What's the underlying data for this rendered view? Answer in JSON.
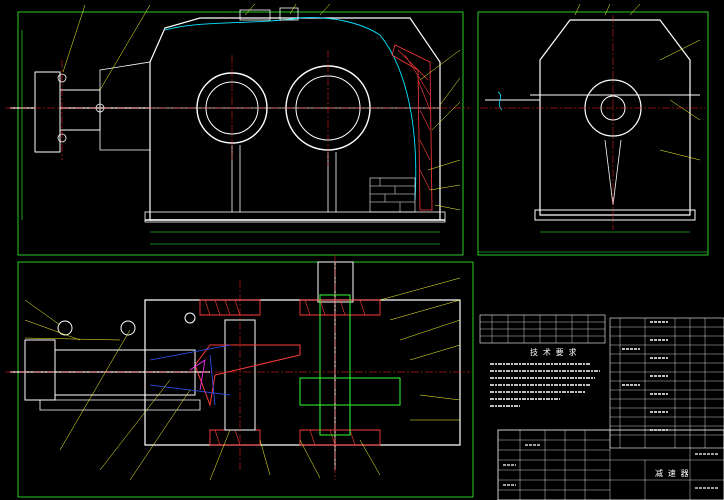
{
  "drawing": {
    "views": [
      "front-view",
      "side-view",
      "top-section-view"
    ],
    "technical_requirements_title": "技 术 要 求",
    "title_block_title": "减 速 器"
  },
  "colors": {
    "background": "#000000",
    "outline": "#ffffff",
    "centerline": "#ff2a2a",
    "hatch": "#ff3b3b",
    "frame": "#33ff33",
    "leader": "#ffff33",
    "dimension": "#33ff33",
    "text": "#ffffff",
    "cyan": "#00e5ff",
    "magenta": "#ff33ff",
    "blue": "#3355ff"
  }
}
